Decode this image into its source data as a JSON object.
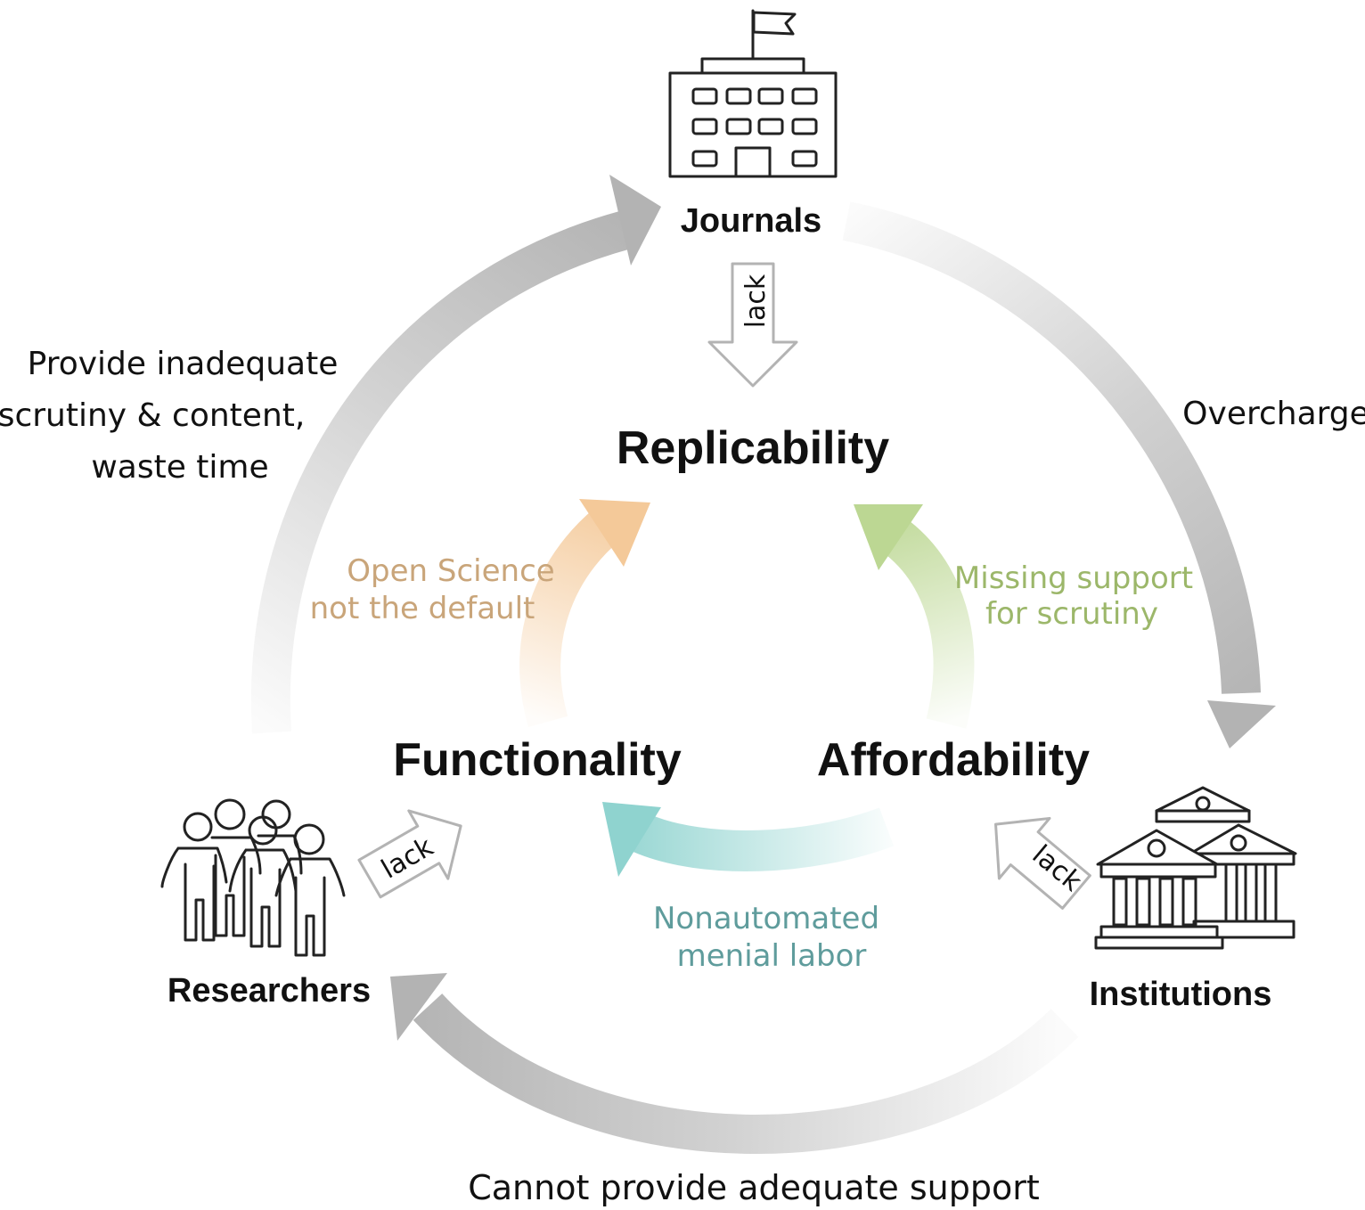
{
  "nodes": {
    "journals": "Journals",
    "institutions": "Institutions",
    "researchers": "Researchers"
  },
  "core": {
    "replicability": "Replicability",
    "functionality": "Functionality",
    "affordability": "Affordability"
  },
  "outer_edges": {
    "researchers_to_journals": [
      "Provide inadequate",
      "scrutiny & content,",
      "waste time"
    ],
    "journals_to_institutions": "Overcharge",
    "institutions_to_researchers": "Cannot provide adequate support"
  },
  "inner_edges": {
    "functionality_to_replicability": [
      "Open Science",
      "not the default"
    ],
    "affordability_to_replicability": [
      "Missing support",
      "for scrutiny"
    ],
    "affordability_to_functionality": [
      "Nonautomated",
      "menial labor"
    ]
  },
  "lack_label": "lack",
  "colors": {
    "outer_arrow": "#b3b3b3",
    "open_science": "#c9a57a",
    "missing_support": "#9cb76a",
    "nonautomated": "#5f9c9c",
    "open_science_arrow": "#f4c999",
    "missing_support_arrow": "#bcd793",
    "nonautomated_arrow": "#8fd3cf"
  },
  "icons": [
    "building-flag-icon",
    "courthouse-icon",
    "people-group-icon"
  ]
}
